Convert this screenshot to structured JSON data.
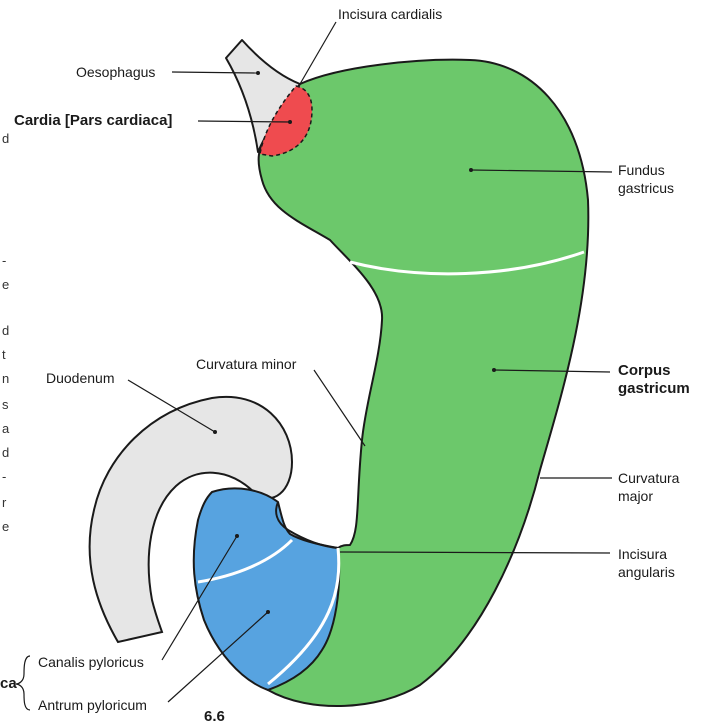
{
  "figure_number": "6.6",
  "labels": {
    "incisura_cardialis": "Incisura cardialis",
    "oesophagus": "Oesophagus",
    "cardia": "Cardia [Pars cardiaca]",
    "fundus_1": "Fundus",
    "fundus_2": "gastricus",
    "corpus_1": "Corpus",
    "corpus_2": "gastricum",
    "curvatura_minor": "Curvatura minor",
    "duodenum": "Duodenum",
    "curvatura_major_1": "Curvatura",
    "curvatura_major_2": "major",
    "incisura_angularis_1": "Incisura",
    "incisura_angularis_2": "angularis",
    "canalis_pyloricus": "Canalis pyloricus",
    "antrum_pyloricum": "Antrum pyloricum",
    "pars_pylorica_fragment": "ca"
  },
  "left_margin_fragments": [
    "d",
    "-",
    "e",
    "d",
    "t",
    "n",
    "s",
    "a",
    "d",
    "-",
    "r",
    "e"
  ],
  "colors": {
    "stomach": "#6cc86b",
    "cardia": "#ef4b4f",
    "pylorus": "#57a3e0",
    "duodenum": "#e6e6e6",
    "outline": "#1a1a1a"
  }
}
